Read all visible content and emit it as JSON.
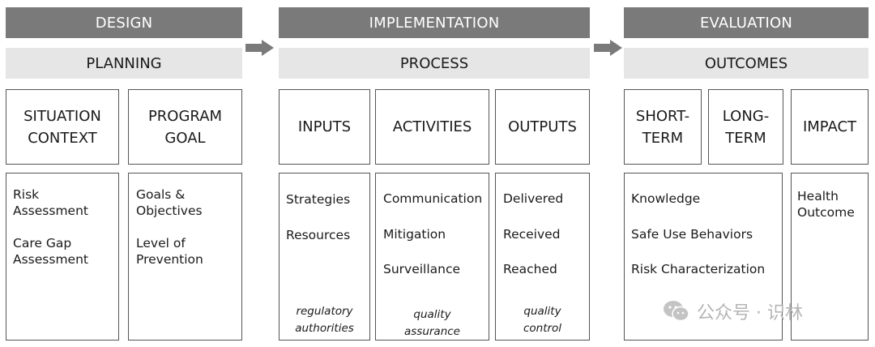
{
  "design": {
    "header": "DESIGN",
    "subheader": "PLANNING",
    "boxes": [
      {
        "title_lines": [
          "SITUATION",
          "CONTEXT"
        ],
        "items": [
          [
            "Risk",
            "Assessment"
          ],
          [
            "Care Gap",
            "Assessment"
          ]
        ]
      },
      {
        "title_lines": [
          "PROGRAM",
          "GOAL"
        ],
        "items": [
          [
            "Goals &",
            "Objectives"
          ],
          [
            "Level of",
            "Prevention"
          ]
        ]
      }
    ]
  },
  "implementation": {
    "header": "IMPLEMENTATION",
    "subheader": "PROCESS",
    "boxes": [
      {
        "title": "INPUTS",
        "items": [
          "Strategies",
          "Resources"
        ],
        "note": [
          "regulatory",
          "authorities"
        ]
      },
      {
        "title": "ACTIVITIES",
        "items": [
          "Communication",
          "Mitigation",
          "Surveillance"
        ],
        "note": [
          "quality",
          "assurance"
        ]
      },
      {
        "title": "OUTPUTS",
        "items": [
          "Delivered",
          "Received",
          "Reached"
        ],
        "note": [
          "quality",
          "control"
        ]
      }
    ]
  },
  "evaluation": {
    "header": "EVALUATION",
    "subheader": "OUTCOMES",
    "boxes": [
      {
        "title_lines": [
          "SHORT-",
          "TERM"
        ]
      },
      {
        "title_lines": [
          "LONG-",
          "TERM"
        ]
      },
      {
        "title": "IMPACT"
      }
    ],
    "outcome_items": [
      "Knowledge",
      "Safe Use Behaviors",
      "Risk Characterization"
    ],
    "impact_items": [
      "Health",
      "Outcome"
    ]
  },
  "watermark": {
    "text": "公众号 · 识林",
    "icon": "wechat-icon"
  },
  "colors": {
    "header_dark": "#7a7a7a",
    "header_light": "#e6e6e6",
    "border": "#555555",
    "arrow": "#7a7a7a"
  }
}
